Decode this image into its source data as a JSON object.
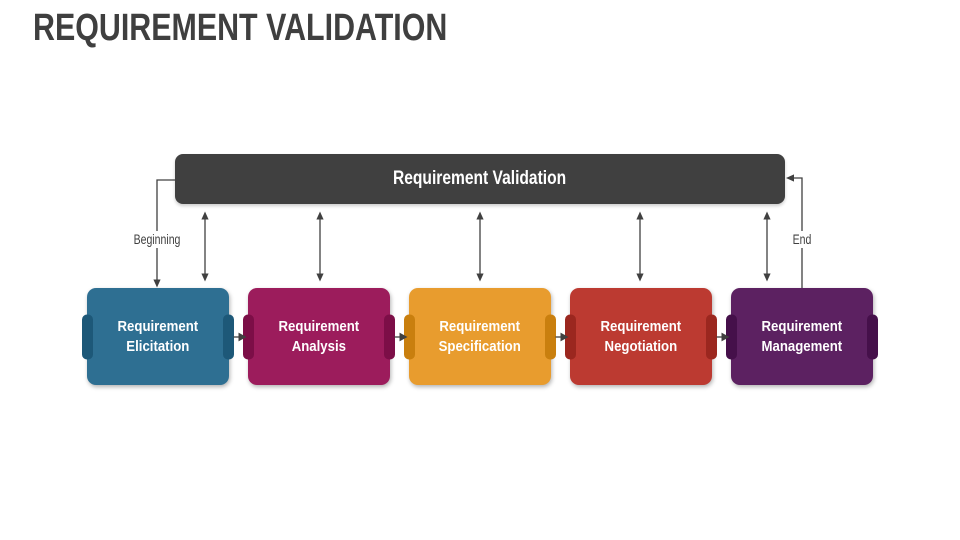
{
  "title": "REQUIREMENT VALIDATION",
  "validation_bar": {
    "label": "Requirement Validation",
    "color": "#404040",
    "text_color": "#ffffff"
  },
  "flow_labels": {
    "beginning": "Beginning",
    "end": "End"
  },
  "boxes": [
    {
      "label": "Requirement\nElicitation",
      "color": "#2E6F92",
      "tab_color": "#1D5878"
    },
    {
      "label": "Requirement\nAnalysis",
      "color": "#9C1C5C",
      "tab_color": "#7C0E47"
    },
    {
      "label": "Requirement\nSpecification",
      "color": "#E89C2E",
      "tab_color": "#C97F0E"
    },
    {
      "label": "Requirement\nNegotiation",
      "color": "#BC3A31",
      "tab_color": "#9B271F"
    },
    {
      "label": "Requirement\nManagement",
      "color": "#5C2161",
      "tab_color": "#45104A"
    }
  ],
  "connector_color": "#404040"
}
